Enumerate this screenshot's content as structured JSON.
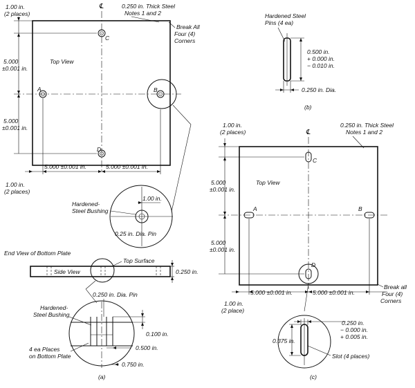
{
  "labels": {
    "a_1in_top_1": "1.00 in.",
    "a_1in_top_2": "(2 places)",
    "a_cl": "℄",
    "a_thick_1": "0.250 in. Thick Steel",
    "a_thick_2": "Notes 1 and 2",
    "a_break_1": "Break All",
    "a_break_2": "Four (4)",
    "a_break_3": "Corners",
    "a_topview": "Top View",
    "a_dim5_1": "5.000",
    "a_dim5_2": "±0.001 in.",
    "a_dim5b_1": "5.000",
    "a_dim5b_2": "±0.001 in.",
    "a_A": "A",
    "a_B": "B",
    "a_C": "C",
    "a_D": "D",
    "a_horiz1": "5.000 ±0.001 in.",
    "a_horiz2": "5.000 ±0.001 in.",
    "a_1in_bot_1": "1.00 in.",
    "a_1in_bot_2": "(2 places)",
    "a_bush_1": "Hardened-",
    "a_bush_2": "Steel Bushing",
    "a_det_100": "1.00 in.",
    "a_det_pin": "0.25 in. Dia. Pin",
    "a_endview": "End View of Bottom Plate",
    "a_topsurf": "Top Surface",
    "a_sideview": "Side View",
    "a_side_250": "0.250 in.",
    "a_pin250": "0.250 in. Dia. Pin",
    "a_hb_1": "Hardened-",
    "a_hb_2": "Steel Bushing",
    "a_0100": "0.100 in.",
    "a_0500": "0.500 in.",
    "a_0750": "0.750 in.",
    "a_4ea_1": "4 ea Places",
    "a_4ea_2": "on Bottom Plate",
    "a_caption": "(a)",
    "b_pins_1": "Hardened Steel",
    "b_pins_2": "Pins (4 ea)",
    "b_500_1": "0.500 in.",
    "b_500_2": "+ 0.000 in.",
    "b_500_3": "− 0.010 in.",
    "b_dia": "0.250 in. Dia.",
    "b_caption": "(b)",
    "c_1in_top_1": "1.00 in.",
    "c_1in_top_2": "(2 places)",
    "c_cl": "℄",
    "c_thick_1": "0.250 in. Thick Steel",
    "c_thick_2": "Notes 1 and 2",
    "c_topview": "Top View",
    "c_dim5_1": "5.000",
    "c_dim5_2": "±0.001 in.",
    "c_dim5b_1": "5.000",
    "c_dim5b_2": "±0.001 in.",
    "c_A": "A",
    "c_B": "B",
    "c_C": "C",
    "c_D": "D",
    "c_horiz1": "5.000 ±0.001 in.",
    "c_horiz2": "5.000 ±0.001 in.",
    "c_1in_bot_1": "1.00 in.",
    "c_1in_bot_2": "(2 place)",
    "c_break_1": "Break all",
    "c_break_2": "Four (4)",
    "c_break_3": "Corners",
    "c_250_1": "0.250 in.",
    "c_250_2": "− 0.000 in.",
    "c_250_3": "+ 0.005 in.",
    "c_375": "0.375 in.",
    "c_slot": "Slot (4 places)",
    "c_caption": "(c)"
  }
}
